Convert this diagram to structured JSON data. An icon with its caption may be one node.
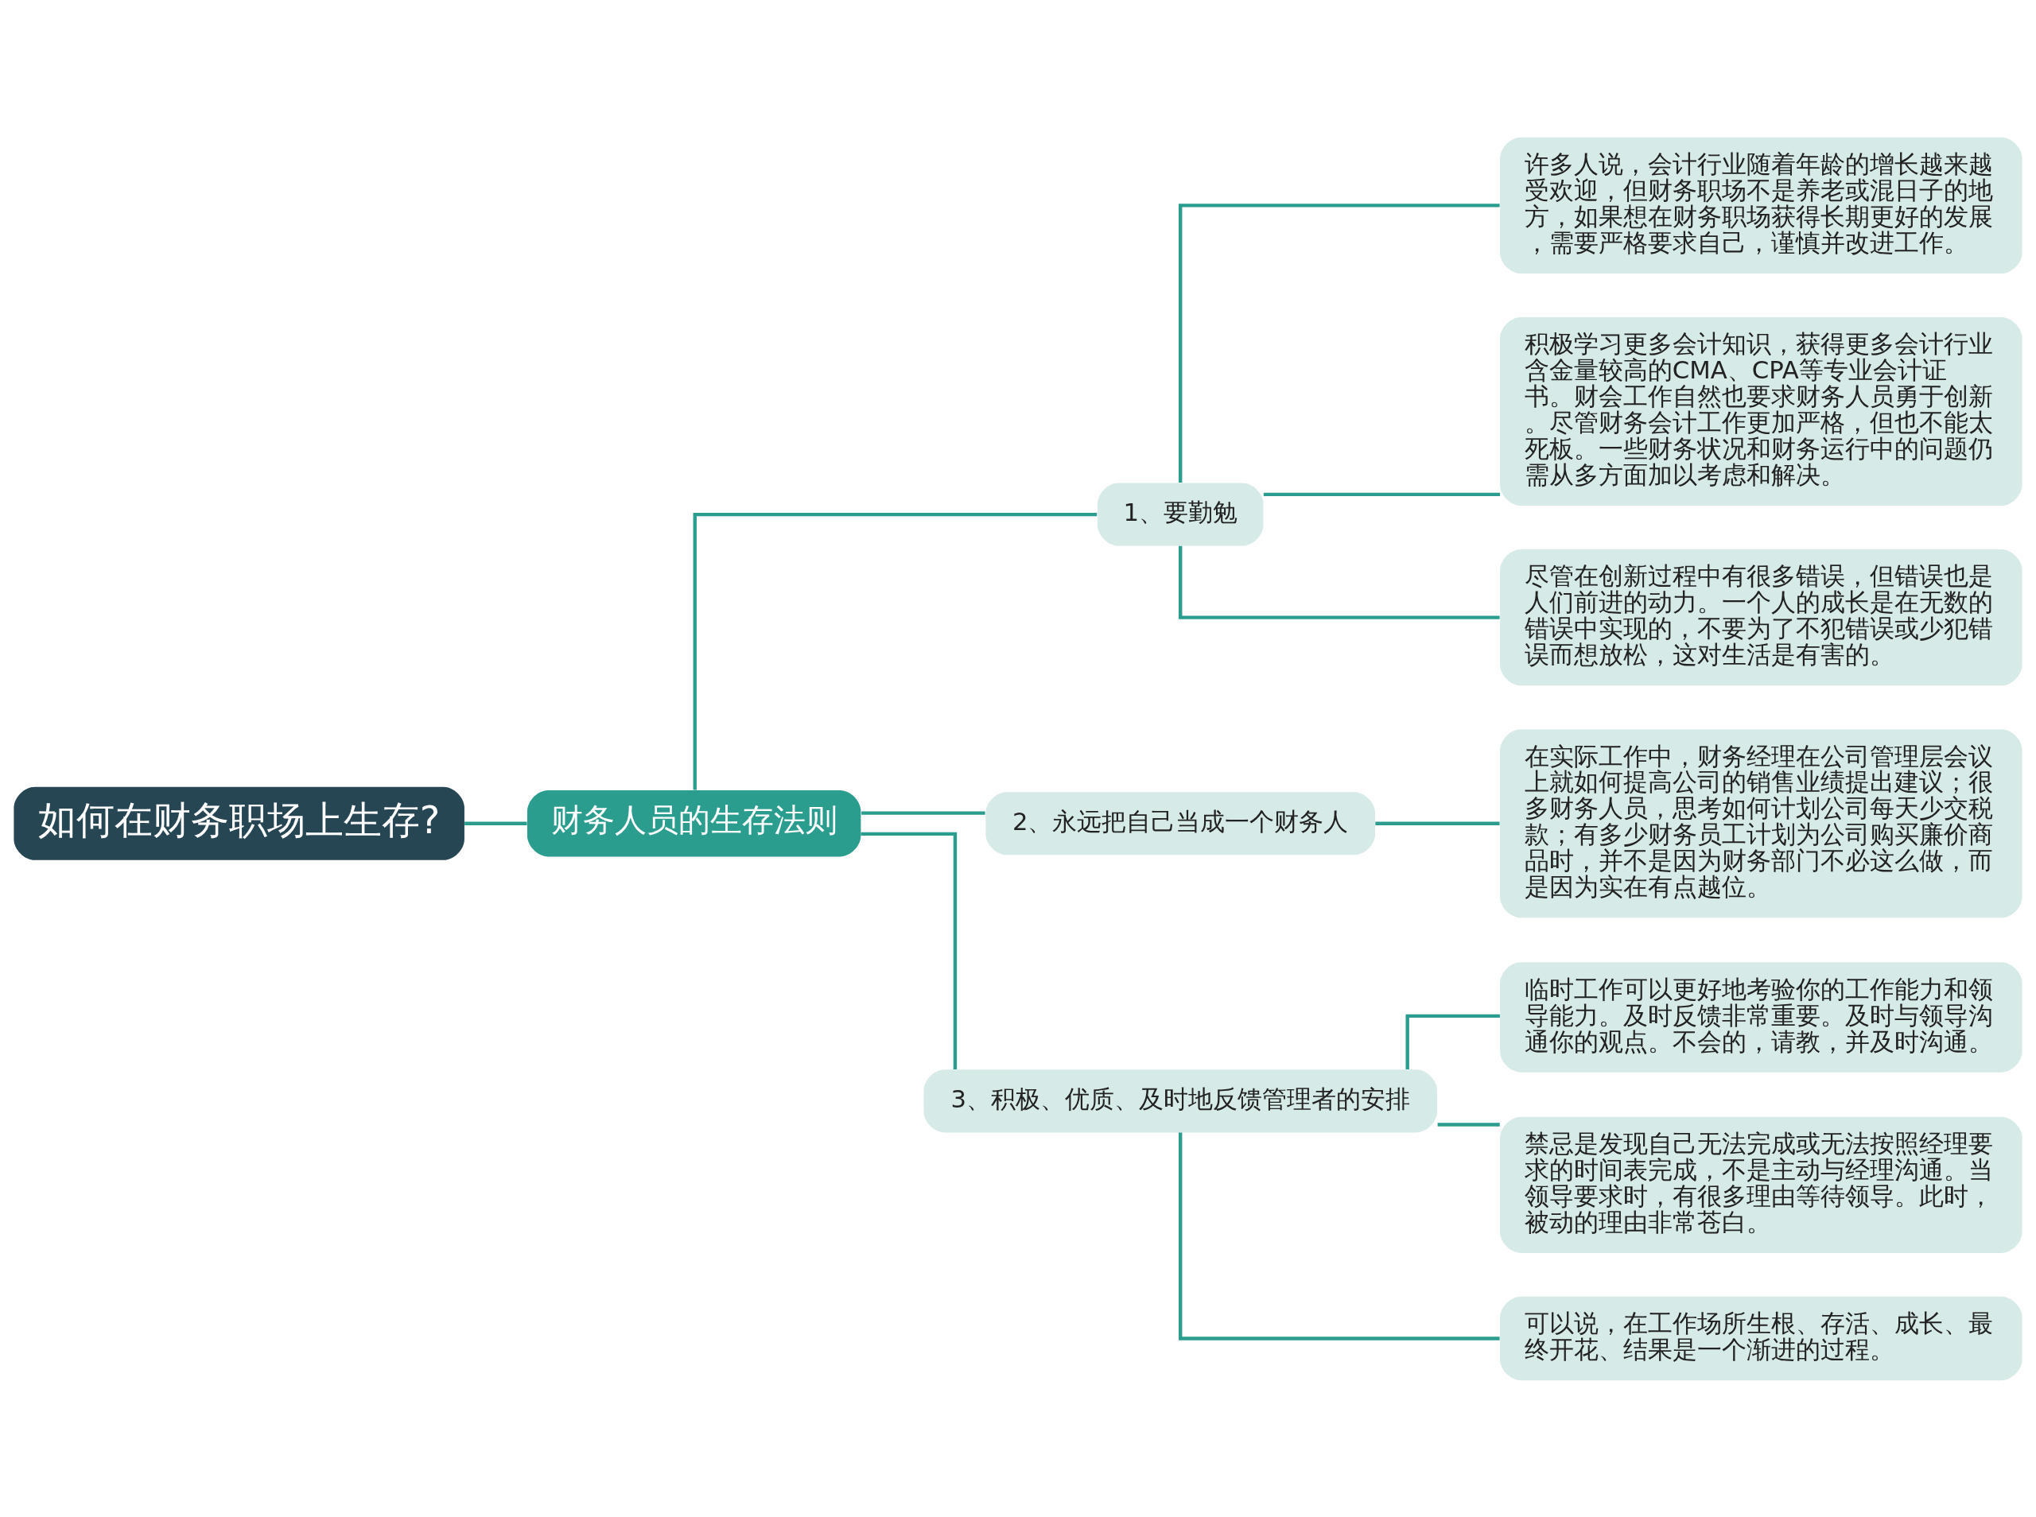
{
  "diagram": {
    "nodes": [
      {
        "text": [
          "如何在财务职场上生存?"
        ]
      },
      {
        "text": [
          "财务人员的生存法则"
        ]
      },
      {
        "text": [
          "1、要勤勉"
        ]
      },
      {
        "text": [
          "许多人说，会计行业随着年龄的增长越来越受欢迎，但财务职场不是养老或混日子的地方，如果想在财务职场获得长期更好的发展，需要严格要求自己，谨慎并改进工作。"
        ]
      },
      {
        "text": [
          "积极学习更多会计知识，获得更多会计行业含金量较高的CMA、CPA等专业会计证书。财会工作自然也要求财务人员勇于创新。尽管财务会计工作更加严格，但也不能太死板。一些财务状况和财务运行中的问题仍需从多方面加以考虑和解决。"
        ]
      },
      {
        "text": [
          "尽管在创新过程中有很多错误，但错误也是人们前进的动力。一个人的成长是在无数的错误中实现的，不要为了不犯错误或少犯错误而想放松，这对生活是有害的。"
        ]
      },
      {
        "text": [
          "2、永远把自己当成一个财务人"
        ]
      },
      {
        "text": [
          "在实际工作中，财务经理在公司管理层会议上就如何提高公司的销售业绩提出建议；很多财务人员，思考如何计划公司每天少交税款；有多少财务员工计划为公司购买廉价商品时，并不是因为财务部门不必这么做，而是因为实在有点越位。"
        ]
      },
      {
        "text": [
          "3、积极、优质、及时地反馈管理者的安排"
        ]
      },
      {
        "text": [
          "临时工作可以更好地考验你的工作能力和领导能力。及时反馈非常重要。及时与领导沟通你的观点。不会的，请教，并及时沟通。"
        ]
      },
      {
        "text": [
          "禁忌是发现自己无法完成或无法按照经理要求的时间表完成，不是主动与经理沟通。当领导要求时，有很多理由等待领导。此时，被动的理由非常苍白。"
        ]
      },
      {
        "text": [
          "可以说，在工作场所生根、存活、成长、最终开花、结果是一个渐进的过程。"
        ]
      }
    ],
    "edges": [
      {
        "from": 0,
        "to": 1,
        "arrow": "none"
      },
      {
        "from": 1,
        "to": 2,
        "arrow": "none"
      },
      {
        "from": 2,
        "to": 3,
        "arrow": "none"
      },
      {
        "from": 2,
        "to": 4,
        "arrow": "none"
      },
      {
        "from": 2,
        "to": 5,
        "arrow": "none"
      },
      {
        "from": 1,
        "to": 6,
        "arrow": "none"
      },
      {
        "from": 6,
        "to": 7,
        "arrow": "none"
      },
      {
        "from": 1,
        "to": 8,
        "arrow": "none"
      },
      {
        "from": 8,
        "to": 9,
        "arrow": "none"
      },
      {
        "from": 8,
        "to": 10,
        "arrow": "none"
      },
      {
        "from": 8,
        "to": 11,
        "arrow": "none"
      }
    ]
  }
}
